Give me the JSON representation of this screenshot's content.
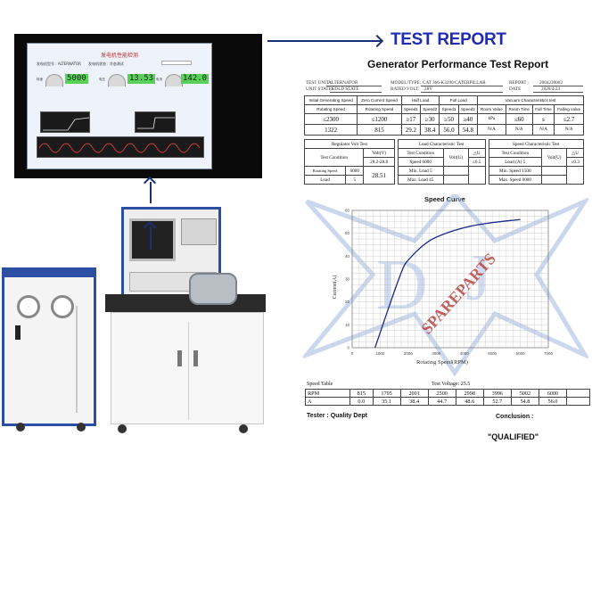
{
  "photo": {
    "screen_title": "发电机性能检测",
    "screen_label_left": "发电机型号 : ALTERNATOR",
    "screen_label_mid": "发电机状态 : 冷态测试",
    "readout_1": "5000",
    "readout_2": "13.53",
    "readout_3": "142.0",
    "gauge_label_1": "转速",
    "gauge_label_2": "电压",
    "gauge_label_3": "电流"
  },
  "report": {
    "banner": "TEST REPORT",
    "title": "Generator Performance Test Report",
    "meta": {
      "test_unit_label": "TEST UNIT :",
      "test_unit_value": "ALTERNATOR",
      "unit_states_label": "UNIT STATES :",
      "unit_states_value": "COLD STATE",
      "model_label": "MODEL/TYPE:",
      "model_value": "CAT  366-K3290/CATERPILLAR",
      "rated_volt_label": "RATED VOLT:",
      "rated_volt_value": "28V",
      "report_label": "REPORT :",
      "report_value": "2004230002",
      "date_label": "DATE",
      "date_value": "2020/4/24"
    },
    "table1": {
      "head": [
        "Initial Generating Speed",
        "Zero Current Speed",
        "Half Load",
        "Full Load",
        "Vacuum Characteristics test"
      ],
      "sub": [
        "Rotating Speed",
        "Rotating Speed",
        "Speed1",
        "Speed2",
        "Speed1",
        "Speed2",
        "Room Value",
        "Room Time",
        "Fall Time",
        "Falling value"
      ],
      "limits": [
        "≤2300",
        "≤1200",
        "≥17",
        "≥30",
        "≥50",
        "≥40",
        "kPa",
        "≤60",
        "s",
        "≤2.7"
      ],
      "values": [
        "1322",
        "815",
        "29.2",
        "38.4",
        "56.0",
        "54.8",
        "N/A",
        "N/A",
        "N/A",
        "N/A"
      ]
    },
    "table2": {
      "regulator": {
        "header": "Regulator Volt Test",
        "test_condition": "Test Condition",
        "volt_col": "Volt(V)",
        "range": "28.2-28.8",
        "rotating_speed_label": "Rotating Speed",
        "rotating_speed_value": "6000",
        "load_label": "Load",
        "load_value": "5",
        "measured": "28.51"
      },
      "load": {
        "header": "Load Characteristic Test",
        "test_condition": "Test Condition",
        "volt_col": "Volt(U)",
        "delta": "△U",
        "delta_limit": "≤0.5",
        "speed_label": "Speed",
        "speed_value": "6000",
        "min_load_label": "Min. Load",
        "min_load_value": "5",
        "max_load_label": "Max. Load",
        "max_load_value": "45"
      },
      "speed": {
        "header": "Speed Characteristic Test",
        "test_condition": "Test Condition",
        "volt_col": "Volt(U)",
        "delta": "△U",
        "delta_limit": "≤0.3",
        "load_label": "Load (A)",
        "load_value": "5",
        "min_speed_label": "Min. Speed",
        "min_speed_value": "1500",
        "max_speed_label": "Max. Speed",
        "max_speed_value": "6000"
      }
    },
    "watermark": "SPAREPARTS",
    "speed_table": {
      "title": "Speed Table",
      "voltage": "Test Voltage: 25.5",
      "rpm_label": "RPM",
      "rpm": [
        "815",
        "1795",
        "2001",
        "2500",
        "2998",
        "3996",
        "5002",
        "6000"
      ],
      "a_label": "A",
      "a": [
        "0.0",
        "35.1",
        "38.4",
        "44.7",
        "48.6",
        "52.7",
        "54.8",
        "56.0"
      ]
    },
    "tester": "Tester :  Quality Dept",
    "conclusion": "Conclusion :",
    "verdict": "\"QUALIFIED\""
  },
  "chart_data": {
    "type": "line",
    "title": "Speed Curve",
    "xlabel": "Rotating Speed(RPM)",
    "ylabel": "Current(A)",
    "xlim": [
      0,
      7000
    ],
    "ylim": [
      0,
      60
    ],
    "xticks": [
      "0",
      "1000",
      "2000",
      "3000",
      "4000",
      "5000",
      "6000",
      "7000"
    ],
    "yticks": [
      "0",
      "10",
      "20",
      "30",
      "40",
      "50",
      "60"
    ],
    "grid": true,
    "series": [
      {
        "x": [
          815,
          1795,
          2001,
          2500,
          2998,
          3996,
          5002,
          6000
        ],
        "y": [
          0.0,
          35.1,
          38.4,
          44.7,
          48.6,
          52.7,
          54.8,
          56.0
        ]
      }
    ]
  }
}
